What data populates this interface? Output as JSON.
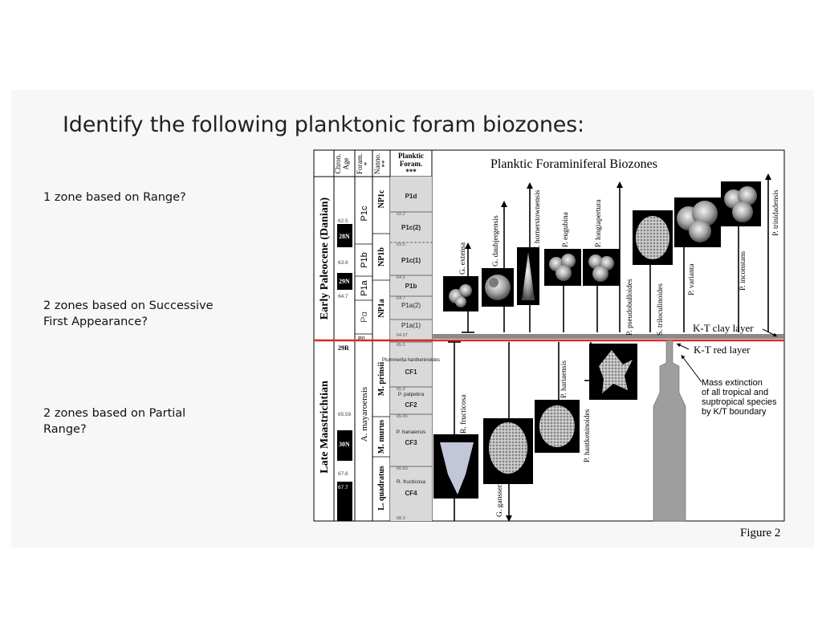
{
  "slide": {
    "title": "Identify the following planktonic foram biozones:",
    "questions": [
      "1 zone based on Range?",
      "2 zones based on Successive First Appearance?",
      "2 zones based on Partial Range?"
    ]
  },
  "figure": {
    "caption": "Figure 2",
    "main_title": "Planktic Foraminiferal Biozones",
    "headers": {
      "chron_age": [
        "Chron.",
        "Age"
      ],
      "foram": [
        "Foram.",
        "*"
      ],
      "nanno": [
        "Nanno.",
        "**"
      ],
      "planktic": [
        "Planktic",
        "Foram.",
        "***"
      ]
    },
    "epochs": {
      "upper": "Early Paleocene (Danian)",
      "lower": "Late Maastrichtian"
    },
    "chrons": [
      "28N",
      "29N",
      "29R",
      "30N"
    ],
    "ages": [
      "62.5",
      "63.6",
      "64.7",
      "65.59",
      "67.6",
      "67.7"
    ],
    "foram_zones": [
      "P1c",
      "P1b",
      "P1a",
      "Pα",
      "P0",
      "A. mayaroensis"
    ],
    "nanno_zones": [
      "NP1c",
      "NP1b",
      "NP1a",
      "M. prinsii",
      "M. murus",
      "L. quadratus"
    ],
    "planktic_zones": [
      "P1d",
      "P1c(2)",
      "P1c(1)",
      "P1b",
      "P1a(2)",
      "P1a(1)",
      "Plummerita hantkeninoides",
      "CF1",
      "P. palpebra",
      "CF2",
      "P. hariaensis",
      "CF3",
      "R. fructicosa",
      "CF4"
    ],
    "planktic_ages": [
      "62.2",
      "63.0",
      "64.5",
      "64.7",
      "64.97",
      "65.0",
      "65.3",
      "65.45",
      "66.83",
      "68.3"
    ],
    "species_upper": [
      "G. extensa",
      "G. daubjergensis",
      "W. hornerstownensis",
      "P. eugubina",
      "P. longiapertura",
      "P. pseudobulloides",
      "S. triloculinoides",
      "P. varianta",
      "P. inconstans",
      "P. trinidadensis"
    ],
    "species_lower": [
      "R. fructicosa",
      "G. gansseri",
      "P. hariaensis",
      "P. hantkeninoides"
    ],
    "labels": {
      "kt_clay": "K-T clay layer",
      "kt_red": "K-T red layer",
      "mass_extinction": [
        "Mass extinction",
        "of all tropical and",
        "suptropical species",
        "by K/T boundary"
      ]
    },
    "colors": {
      "boundary_red": "#e0262a",
      "clay_gray": "#8a8a8a",
      "zone_fill": "#d9d9d9",
      "chron_black": "#000000",
      "survivor_gray": "#9e9e9e"
    }
  }
}
